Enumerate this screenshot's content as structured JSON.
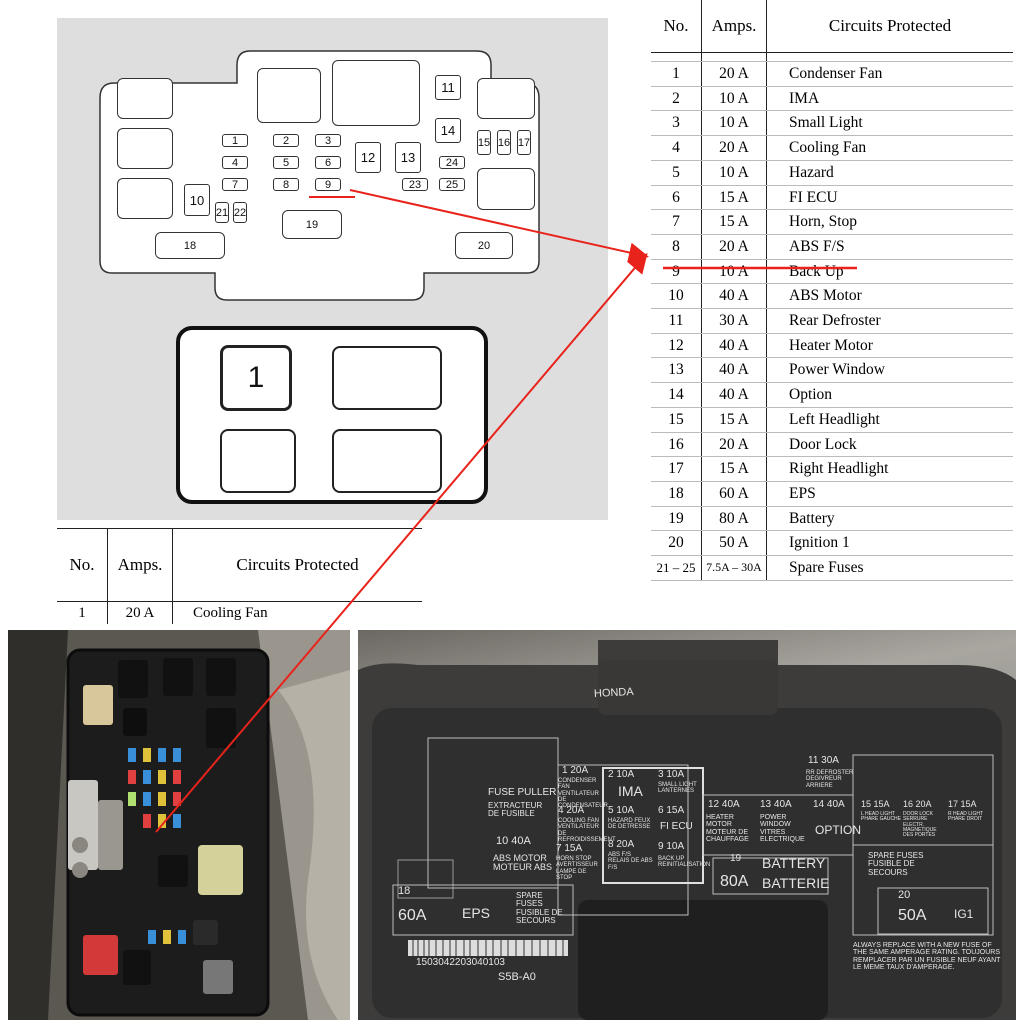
{
  "diagram": {
    "fuse_labels": [
      "1",
      "2",
      "3",
      "4",
      "5",
      "6",
      "7",
      "8",
      "9",
      "10",
      "11",
      "12",
      "13",
      "14",
      "15",
      "16",
      "17",
      "18",
      "19",
      "20",
      "21",
      "22",
      "23",
      "24",
      "25"
    ],
    "lower_label": "1"
  },
  "table_right": {
    "headers": [
      "No.",
      "Amps.",
      "Circuits Protected"
    ],
    "rows": [
      {
        "no": "1",
        "amps": "20 A",
        "circuit": "Condenser Fan"
      },
      {
        "no": "2",
        "amps": "10 A",
        "circuit": "IMA"
      },
      {
        "no": "3",
        "amps": "10 A",
        "circuit": "Small Light"
      },
      {
        "no": "4",
        "amps": "20 A",
        "circuit": "Cooling Fan"
      },
      {
        "no": "5",
        "amps": "10 A",
        "circuit": "Hazard"
      },
      {
        "no": "6",
        "amps": "15 A",
        "circuit": "FI ECU"
      },
      {
        "no": "7",
        "amps": "15 A",
        "circuit": "Horn, Stop"
      },
      {
        "no": "8",
        "amps": "20 A",
        "circuit": "ABS F/S"
      },
      {
        "no": "9",
        "amps": "10 A",
        "circuit": "Back Up"
      },
      {
        "no": "10",
        "amps": "40 A",
        "circuit": "ABS Motor"
      },
      {
        "no": "11",
        "amps": "30 A",
        "circuit": "Rear Defroster"
      },
      {
        "no": "12",
        "amps": "40 A",
        "circuit": "Heater Motor"
      },
      {
        "no": "13",
        "amps": "40 A",
        "circuit": "Power Window"
      },
      {
        "no": "14",
        "amps": "40 A",
        "circuit": "Option"
      },
      {
        "no": "15",
        "amps": "15 A",
        "circuit": "Left Headlight"
      },
      {
        "no": "16",
        "amps": "20 A",
        "circuit": "Door Lock"
      },
      {
        "no": "17",
        "amps": "15 A",
        "circuit": "Right Headlight"
      },
      {
        "no": "18",
        "amps": "60 A",
        "circuit": "EPS"
      },
      {
        "no": "19",
        "amps": "80 A",
        "circuit": "Battery"
      },
      {
        "no": "20",
        "amps": "50 A",
        "circuit": "Ignition 1"
      },
      {
        "no": "21 – 25",
        "amps": "7.5A – 30A",
        "circuit": "Spare Fuses"
      }
    ]
  },
  "table_left": {
    "headers": [
      "No.",
      "Amps.",
      "Circuits Protected"
    ],
    "rows": [
      {
        "no": "1",
        "amps": "20 A",
        "circuit": "Cooling Fan"
      }
    ]
  },
  "photo_right": {
    "brand": "HONDA",
    "cells": {
      "c1": "1  20A",
      "fuse_puller": "FUSE PULLER",
      "extracteur": "EXTRACTEUR DE FUSIBLE",
      "condenser": "CONDENSER FAN VENTILATEUR DE CONDENSATEUR",
      "c4": "4  20A",
      "cooling": "COOLING FAN VENTILATEUR DE REFROIDISSEMENT",
      "c10": "10  40A",
      "abs_motor": "ABS MOTOR MOTEUR ABS",
      "c7": "7  15A",
      "horn": "HORN STOP AVERTISSEUR LAMPE DE STOP",
      "c2": "2  10A",
      "ima": "IMA",
      "c5": "5  10A",
      "hazard": "HAZARD FEUX DE DETRESSE",
      "c8": "8  20A",
      "abs_fs": "ABS F/S RELAIS DE ABS F/S",
      "c3": "3  10A",
      "small": "SMALL LIGHT LANTERNES",
      "c6": "6  15A",
      "fiecu": "FI ECU",
      "c9": "9  10A",
      "backup": "BACK UP REINITIALISATION",
      "c12": "12  40A",
      "heater": "HEATER MOTOR MOTEUR DE CHAUFFAGE",
      "c13": "13  40A",
      "power": "POWER WINDOW VITRES ELECTRIQUE",
      "c11": "11  30A",
      "defrost": "RR DEFROSTER DEGIVREUR ARRIERE",
      "c14": "14  40A",
      "option": "OPTION",
      "c19": "19",
      "battery": "BATTERY",
      "c80": "80A",
      "batterie": "BATTERIE",
      "c15": "15  15A",
      "c16": "16  20A",
      "c17": "17  15A",
      "lhead": "L HEAD LIGHT PHARE GAUCHE",
      "door": "DOOR LOCK SERRURE ELECTR. MAGNETIQUE DES PORTES",
      "rhead": "R HEAD LIGHT PHARE DROIT",
      "spare2": "SPARE FUSES FUSIBLE DE SECOURS",
      "c18": "18",
      "c60": "60A",
      "eps": "EPS",
      "spare1": "SPARE FUSES FUSIBLE DE SECOURS",
      "c20": "20",
      "c50": "50A",
      "ig1": "IG1",
      "warning": "ALWAYS REPLACE WITH A NEW FUSE OF THE SAME AMPERAGE RATING. TOUJOURS REMPLACER PAR UN FUSIBLE NEUF AYANT LE MEME TAUX D'AMPERAGE.",
      "barcode": "1503042203040103",
      "part": "S5B-A0"
    }
  },
  "colors": {
    "annotation": "#e8231b",
    "panel": "#dedede"
  }
}
